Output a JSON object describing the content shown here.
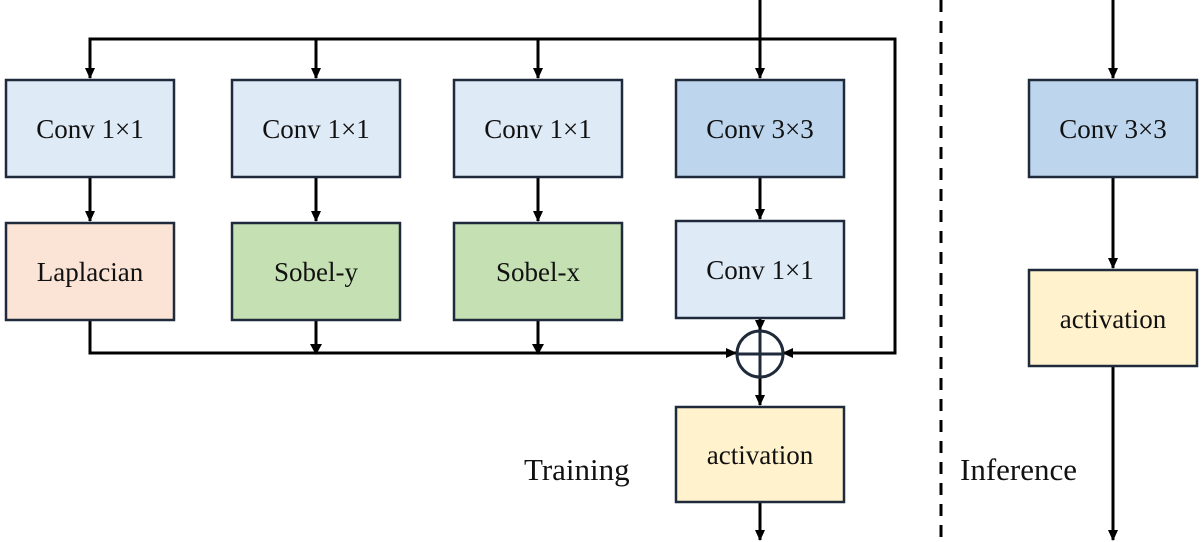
{
  "colors": {
    "conv1x1": "#deeaf6",
    "conv3x3": "#bdd6ee",
    "laplacian": "#fbe4d5",
    "sobel": "#c5e0b3",
    "activation": "#fff2cc"
  },
  "training": {
    "caption": "Training",
    "branch1": {
      "conv": "Conv 1×1",
      "filter": "Laplacian"
    },
    "branch2": {
      "conv": "Conv 1×1",
      "filter": "Sobel-y"
    },
    "branch3": {
      "conv": "Conv 1×1",
      "filter": "Sobel-x"
    },
    "branch4": {
      "conv": "Conv 3×3",
      "conv2": "Conv 1×1"
    },
    "adder_symbol": "sum-icon",
    "activation": "activation"
  },
  "inference": {
    "caption": "Inference",
    "conv": "Conv 3×3",
    "activation": "activation"
  }
}
